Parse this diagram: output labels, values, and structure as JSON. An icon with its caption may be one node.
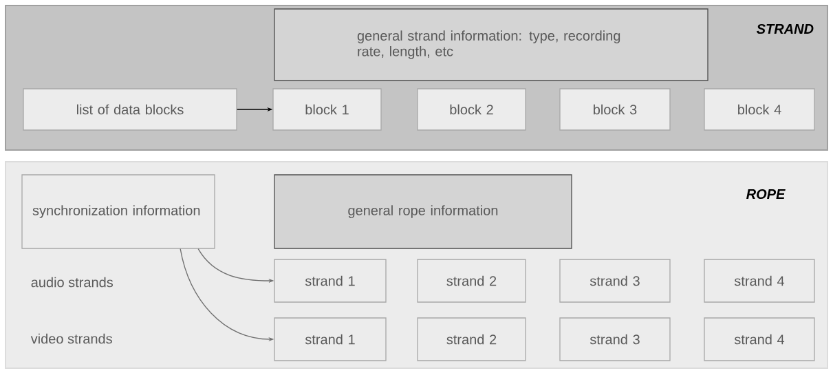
{
  "diagram": {
    "nodes": [
      {
        "text": [
          "STRAND"
        ]
      },
      {
        "text": [
          "general strand information: type, recording rate, length, etc"
        ],
        "in": 0
      },
      {
        "text": [
          "list of data blocks"
        ],
        "in": 0
      },
      {
        "text": [
          "block 1"
        ],
        "in": 0
      },
      {
        "text": [
          "block 2"
        ],
        "in": 0
      },
      {
        "text": [
          "block 3"
        ],
        "in": 0
      },
      {
        "text": [
          "block 4"
        ],
        "in": 0
      },
      {
        "text": [
          "ROPE"
        ]
      },
      {
        "text": [
          "synchronization information"
        ],
        "in": 7
      },
      {
        "text": [
          "general rope information"
        ],
        "in": 7
      },
      {
        "text": [
          "strand 1"
        ],
        "in": 7
      },
      {
        "text": [
          "strand 2"
        ],
        "in": 7
      },
      {
        "text": [
          "strand 3"
        ],
        "in": 7
      },
      {
        "text": [
          "strand 4"
        ],
        "in": 7
      },
      {
        "text": [
          "strand 1"
        ],
        "in": 7
      },
      {
        "text": [
          "strand 2"
        ],
        "in": 7
      },
      {
        "text": [
          "strand 3"
        ],
        "in": 7
      },
      {
        "text": [
          "strand 4"
        ],
        "in": 7
      }
    ],
    "edges": [
      {
        "from": 2,
        "to": 3,
        "arrow": "to",
        "color": "#000000"
      },
      {
        "from": 8,
        "to": 10,
        "arrow": "to"
      },
      {
        "from": 8,
        "to": 14,
        "arrow": "to"
      }
    ],
    "labels": [
      "audio strands",
      "video strands"
    ]
  }
}
